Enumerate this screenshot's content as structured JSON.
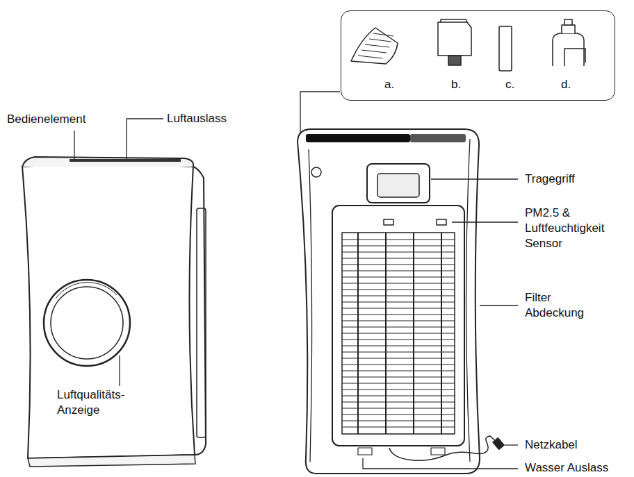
{
  "diagram": {
    "nodes": [
      {
        "text": [
          "a.",
          "b.",
          "c.",
          "d."
        ]
      }
    ],
    "labels": [
      "Bedienelement",
      "Luftauslass",
      "Luftqualitäts- Anzeige",
      "Tragegriff",
      "PM2.5 & Luftfeuchtigkeit Sensor",
      "Filter Abdeckung",
      "Netzkabel",
      "Wasser Auslass"
    ]
  }
}
